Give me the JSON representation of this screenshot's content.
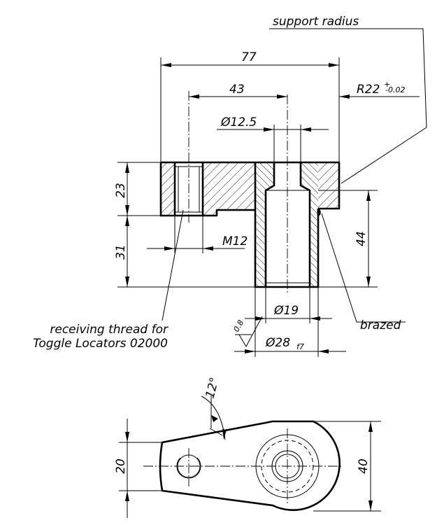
{
  "labels": {
    "support_radius": "support radius",
    "brazed": "brazed",
    "thread_line1": "receiving thread for",
    "thread_line2": "Toggle Locators 02000",
    "dim_77": "77",
    "dim_43": "43",
    "dim_dia12_5": "Ø12.5",
    "dim_r22": "R22",
    "dim_r22_tol_upper": "+",
    "dim_r22_tol_lower": "-0.02",
    "dim_23": "23",
    "dim_31": "31",
    "dim_44": "44",
    "dim_m12": "M12",
    "dim_dia19": "Ø19",
    "dim_dia28": "Ø28",
    "dim_dia28_fit": "f7",
    "surface_finish": "0.8",
    "angle_12": "12°",
    "dim_20": "20",
    "dim_40": "40"
  }
}
